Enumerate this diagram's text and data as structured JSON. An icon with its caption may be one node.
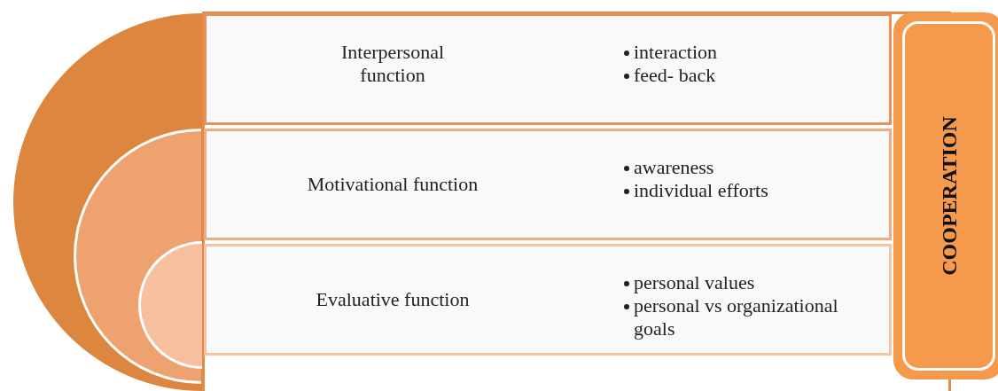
{
  "diagram": {
    "nodes": [
      {
        "text": [],
        "shape": "semicircle"
      },
      {
        "text": [],
        "shape": "semicircle",
        "in": 0
      },
      {
        "text": [],
        "shape": "semicircle",
        "in": 1
      },
      {
        "text": [
          "Interpersonal function",
          "interaction",
          "feed- back"
        ]
      },
      {
        "text": [
          "Motivational function",
          "awareness",
          "individual efforts"
        ]
      },
      {
        "text": [
          "Evaluative function",
          "personal values",
          "personal vs organizational goals"
        ]
      },
      {
        "text": [
          "COOPERATION"
        ]
      }
    ]
  }
}
